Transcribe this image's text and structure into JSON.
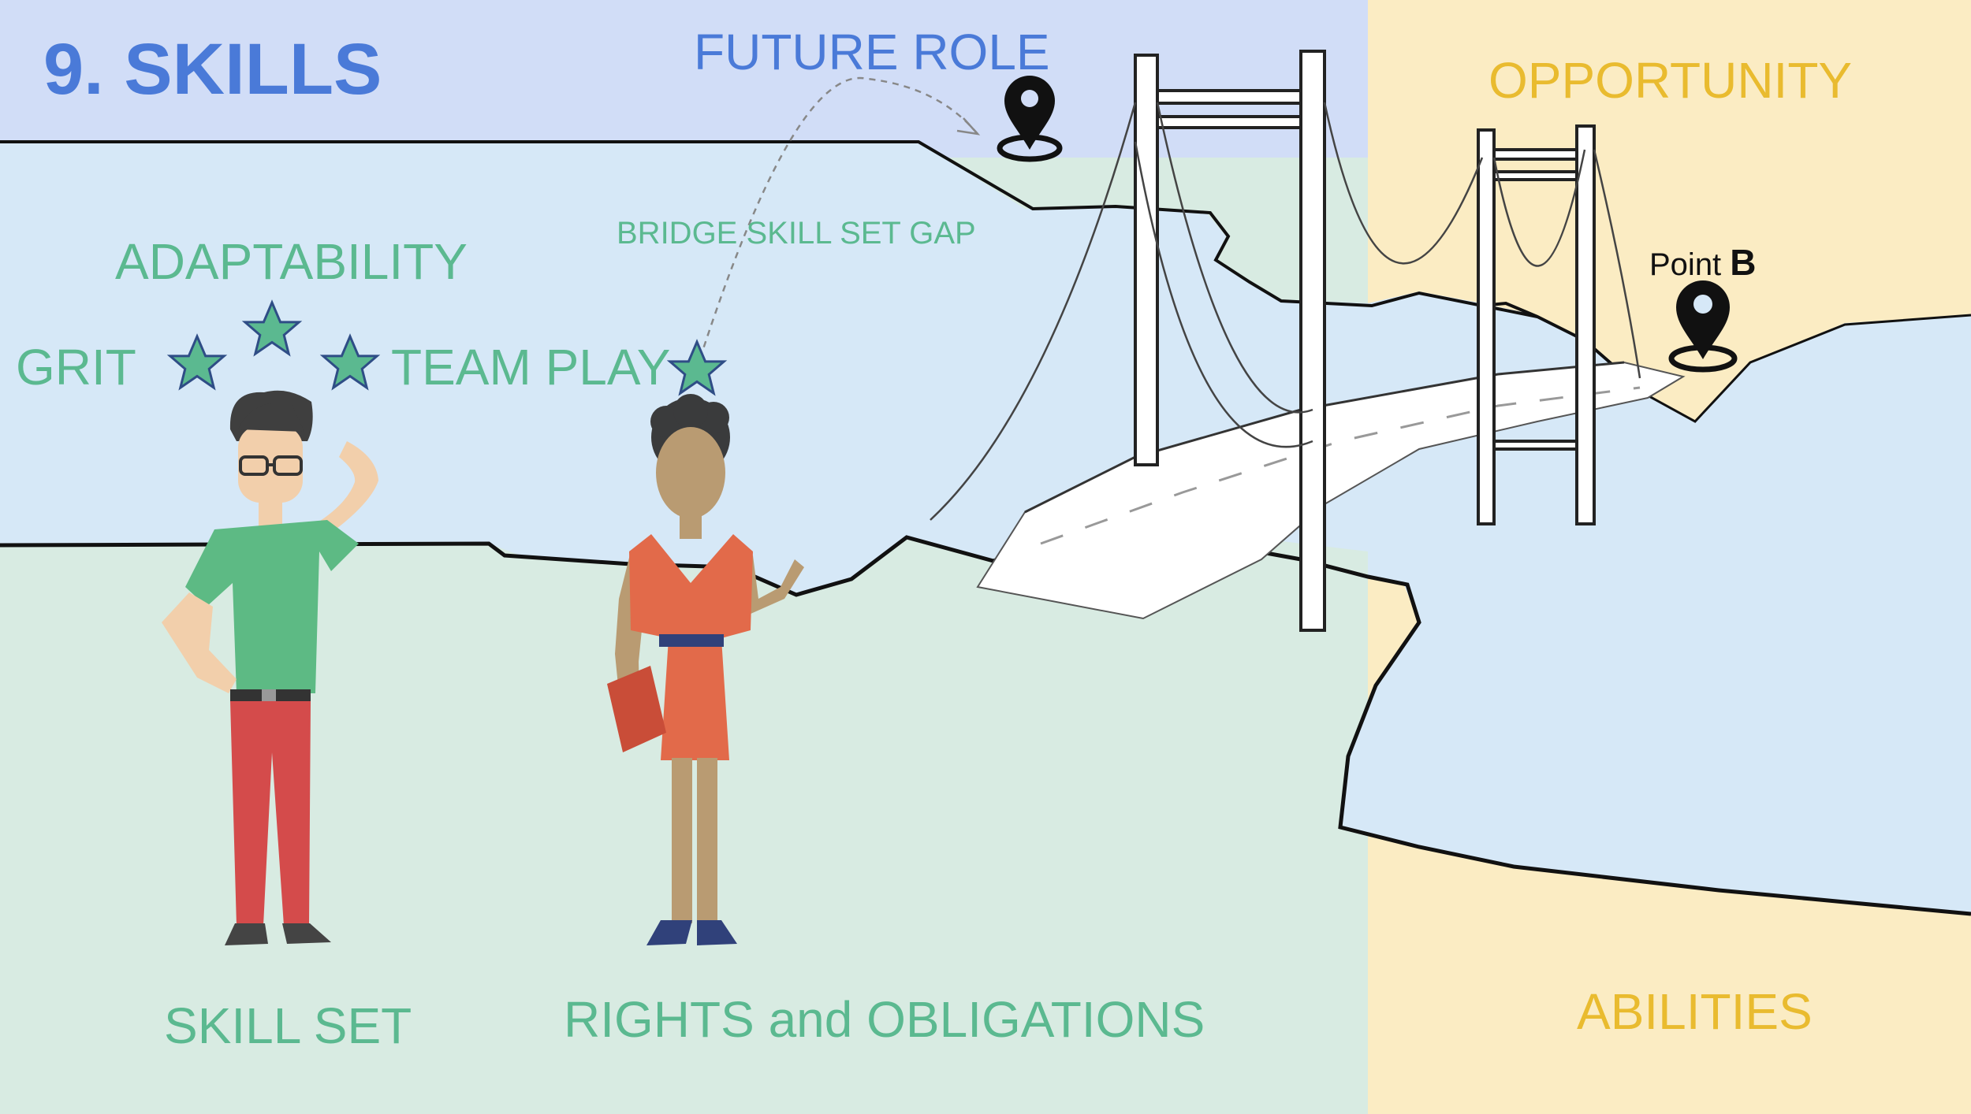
{
  "title": "9. SKILLS",
  "labels": {
    "future_role": "FUTURE ROLE",
    "opportunity": "OPPORTUNITY",
    "bridge_skill_set_gap": "BRIDGE SKILL SET GAP",
    "adaptability": "ADAPTABILITY",
    "grit": "GRIT",
    "team_play": "TEAM PLAY",
    "point_b_prefix": "Point",
    "point_b_letter": "B",
    "skill_set": "SKILL SET",
    "rights_and_obligations": "RIGHTS and OBLIGATIONS",
    "abilities": "ABILITIES"
  },
  "icons": {
    "future_role_pin": "location-pin-icon",
    "point_b_pin": "location-pin-icon",
    "stars": "star-icon"
  },
  "colors": {
    "title_blue": "#4a7ad8",
    "future_role_blue": "#4a7ad8",
    "label_green": "#5bb990",
    "opportunity_yellow": "#e9bb2f",
    "sky_left": "#d1ddf7",
    "sky_right": "#fbecc3",
    "water": "#d6e8f7",
    "land": "#d8ebe2",
    "star_fill": "#5bb990",
    "star_stroke": "#2f4d86"
  }
}
